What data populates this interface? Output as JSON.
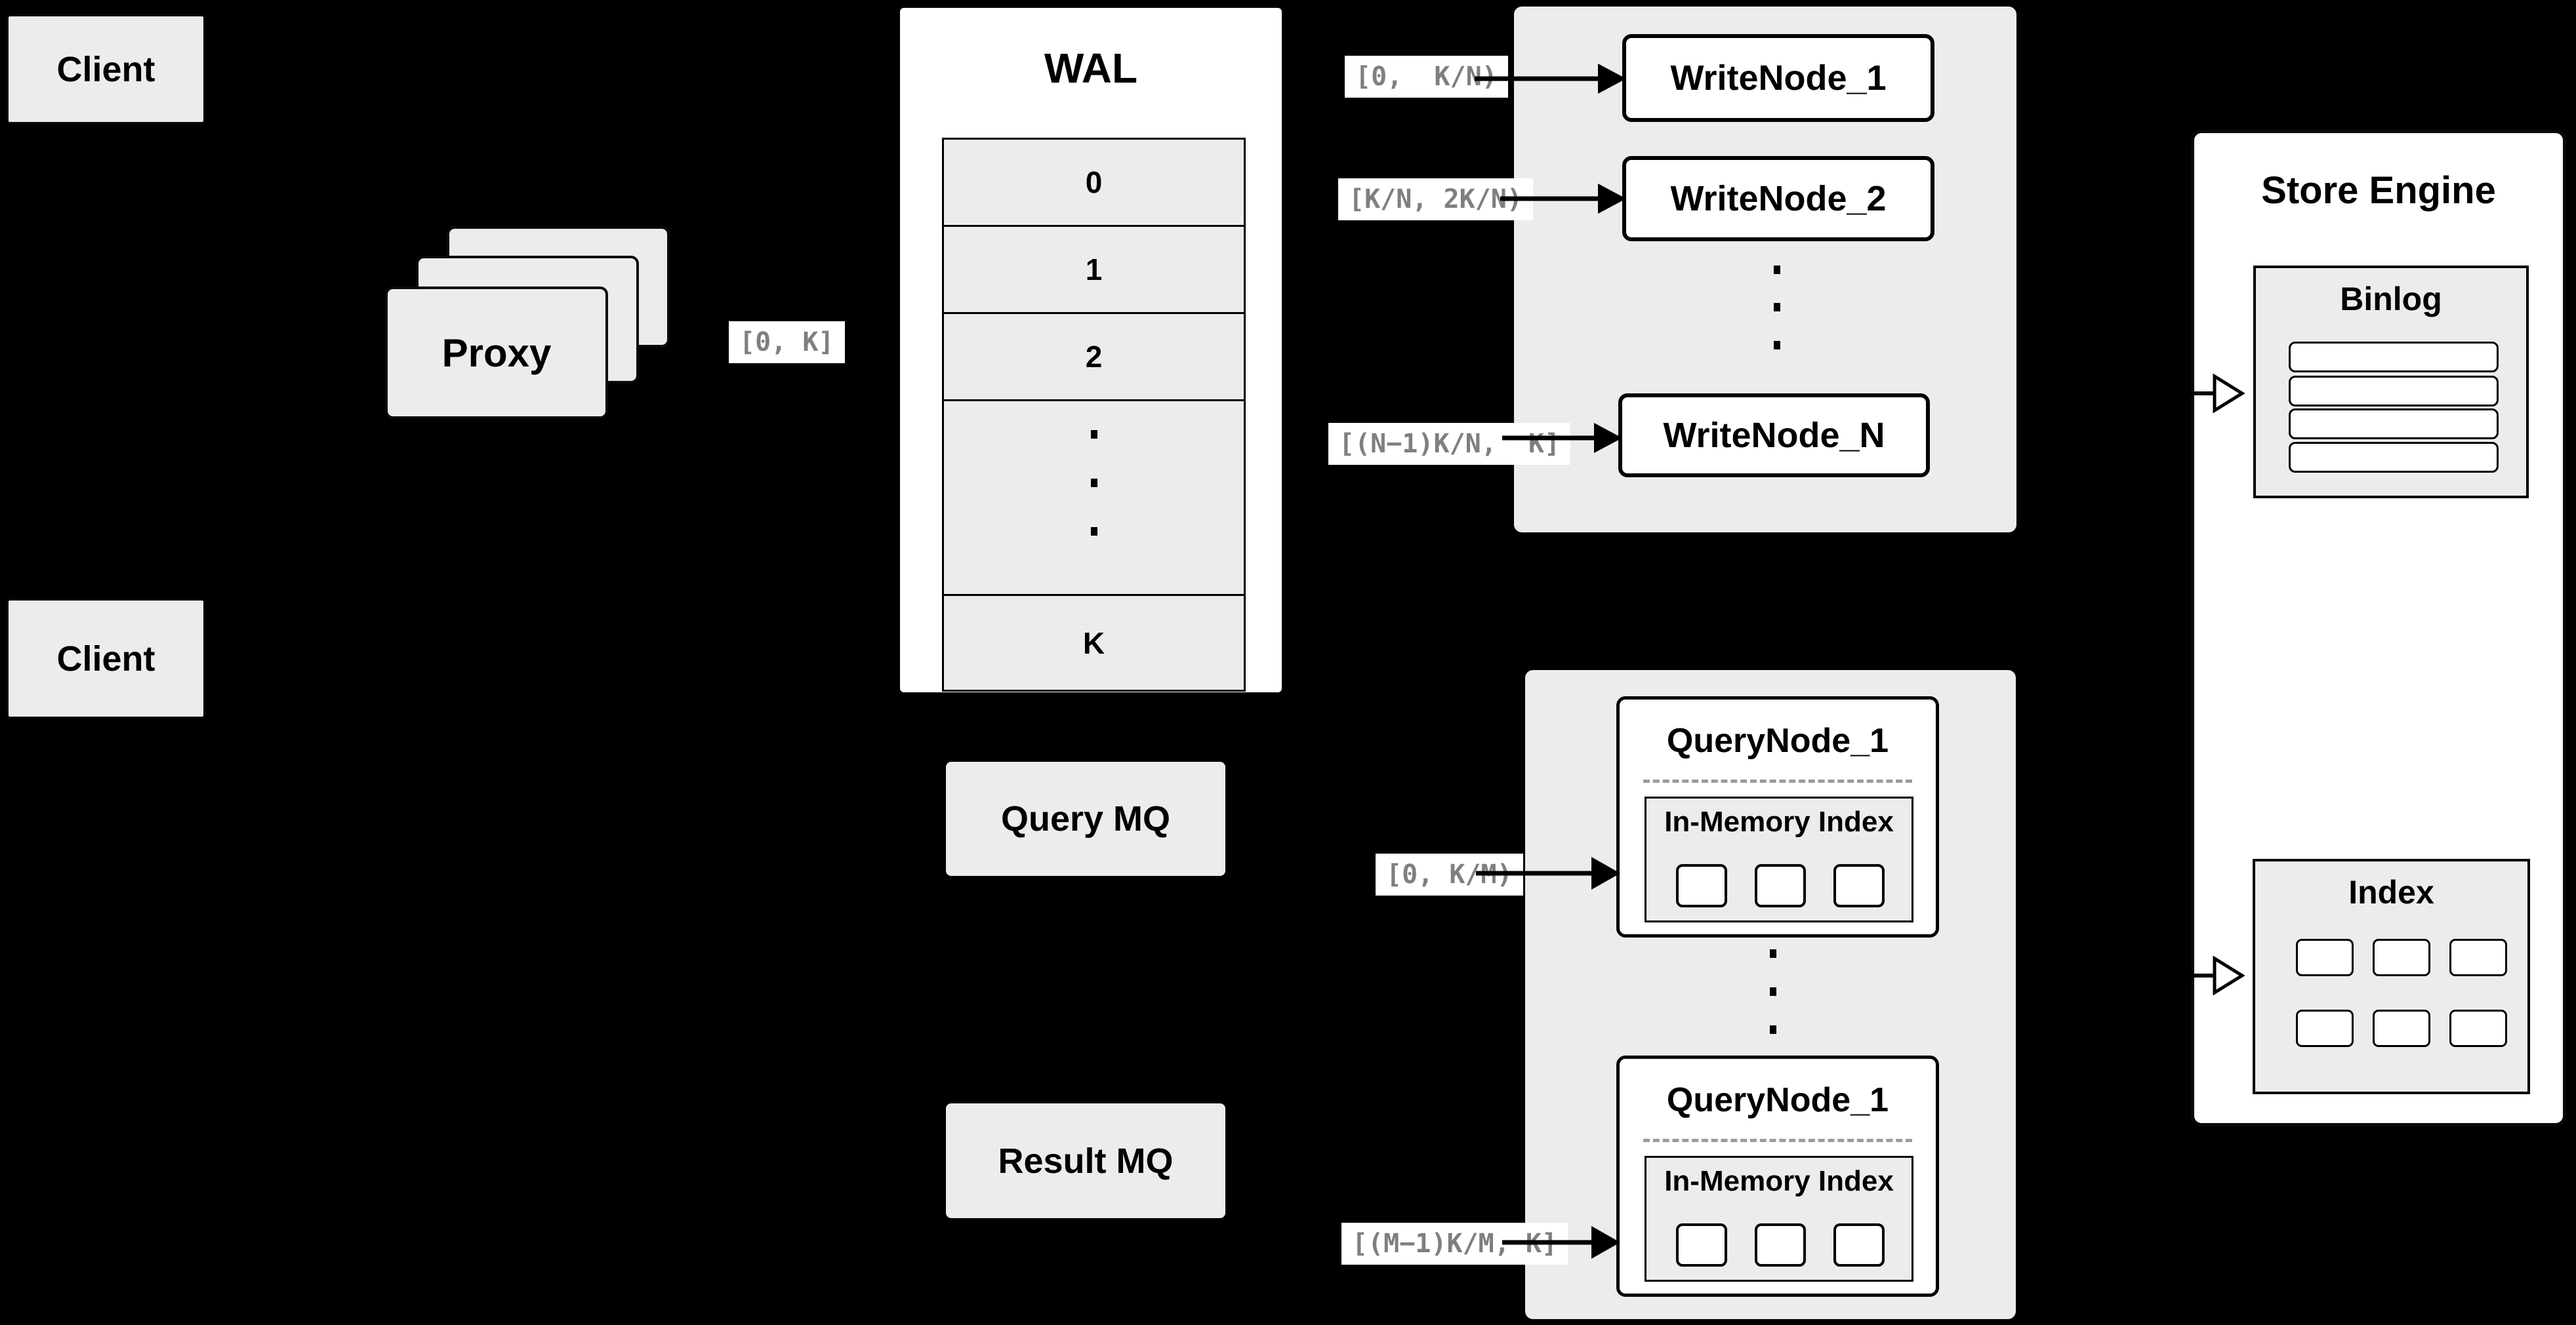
{
  "clients": {
    "top": "Client",
    "bottom": "Client"
  },
  "proxy": {
    "label": "Proxy"
  },
  "wal": {
    "title": "WAL",
    "slots": [
      "0",
      "1",
      "2"
    ],
    "last_slot": "K"
  },
  "write_group": {
    "node_1": "WriteNode_1",
    "node_2": "WriteNode_2",
    "node_n": "WriteNode_N"
  },
  "query_group": {
    "node_top_title": "QueryNode_1",
    "node_bottom_title": "QueryNode_1",
    "in_memory_index_top": "In-Memory Index",
    "in_memory_index_bottom": "In-Memory Index"
  },
  "mq": {
    "query": "Query MQ",
    "result": "Result MQ"
  },
  "store_engine": {
    "title": "Store Engine",
    "binlog": "Binlog",
    "index": "Index"
  },
  "edge_labels": {
    "client_to_wal": "[0, K]",
    "to_write_node_1": "[0,  K/N)",
    "to_write_node_2": "[K/N, 2K/N)",
    "to_write_node_n": "[(N−1)K/N,  K]",
    "to_query_node_1": "[0, K/M)",
    "to_query_node_m": "[(M−1)K/M, K]"
  },
  "colors": {
    "background": "#000000",
    "panel_gray": "#ececec",
    "panel_white": "#ffffff",
    "border": "#000000",
    "edge_label_text": "#7f7f7f"
  }
}
